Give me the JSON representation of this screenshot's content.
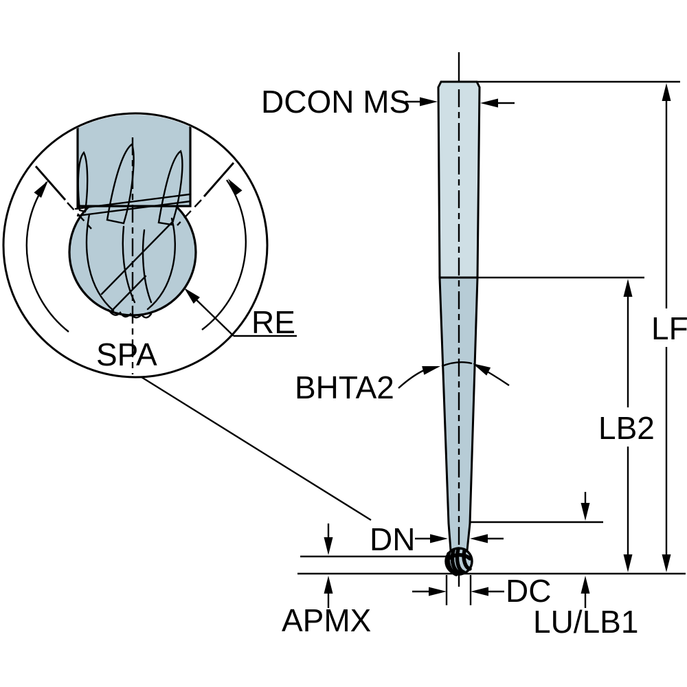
{
  "diagram": {
    "title": "Ball nose end mill dimension diagram",
    "labels": {
      "dcon": "DCON MS",
      "lf": "LF",
      "lb2": "LB2",
      "bhta2": "BHTA2",
      "dn": "DN",
      "dc": "DC",
      "apmx": "APMX",
      "lu_lb1": "LU/LB1",
      "re": "RE",
      "spa": "SPA"
    },
    "colors": {
      "line": "#000000",
      "body_light": "#cfdfe5",
      "body": "#b7ccd6",
      "background": "#ffffff"
    }
  }
}
